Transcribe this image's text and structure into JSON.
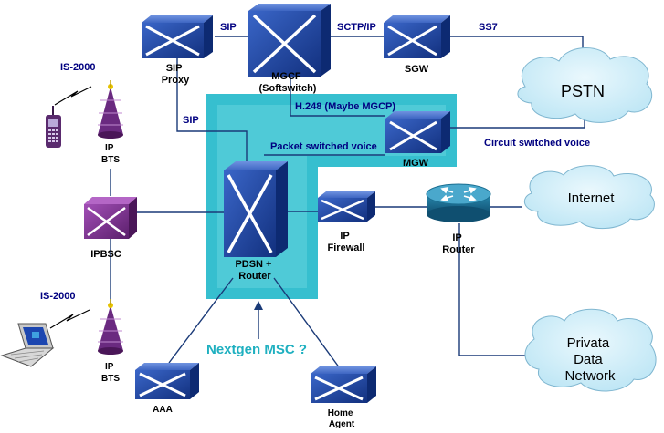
{
  "nodes": {
    "sip_proxy": {
      "line1": "SIP",
      "line2": "Proxy"
    },
    "mgcf": {
      "line1": "MGCF",
      "line2": "(Softswitch)"
    },
    "sgw": {
      "line1": "SGW"
    },
    "mgw": {
      "line1": "MGW"
    },
    "pdsn": {
      "line1": "PDSN +",
      "line2": "Router"
    },
    "ip_firewall": {
      "line1": "IP",
      "line2": "Firewall"
    },
    "ip_router": {
      "line1": "IP",
      "line2": "Router"
    },
    "ipbsc": {
      "line1": "IPBSC"
    },
    "bts_top": {
      "line1": "IP",
      "line2": "BTS"
    },
    "bts_bottom": {
      "line1": "IP",
      "line2": "BTS"
    },
    "aaa": {
      "line1": "AAA"
    },
    "home_agent": {
      "line1": "Home",
      "line2": "Agent"
    }
  },
  "clouds": {
    "pstn": "PSTN",
    "internet": "Internet",
    "private": {
      "line1": "Privata",
      "line2": "Data",
      "line3": "Network"
    }
  },
  "links": {
    "sip_top": "SIP",
    "sctp": "SCTP/IP",
    "ss7": "SS7",
    "sip_left": "SIP",
    "h248": "H.248 (Maybe MGCP)",
    "packet_voice": "Packet switched voice",
    "circuit_voice": "Circuit switched voice",
    "is2000_top": "IS-2000",
    "is2000_bottom": "IS-2000"
  },
  "callout": "Nextgen MSC ?",
  "colors": {
    "msc_region": "#2bbccc",
    "device_front": "#1f47a8",
    "device_side": "#0d2a72",
    "bsc_front": "#7a2f8c",
    "cloud": "#c6ecf8",
    "label_blue": "#000080",
    "callout": "#1fb0c0"
  }
}
